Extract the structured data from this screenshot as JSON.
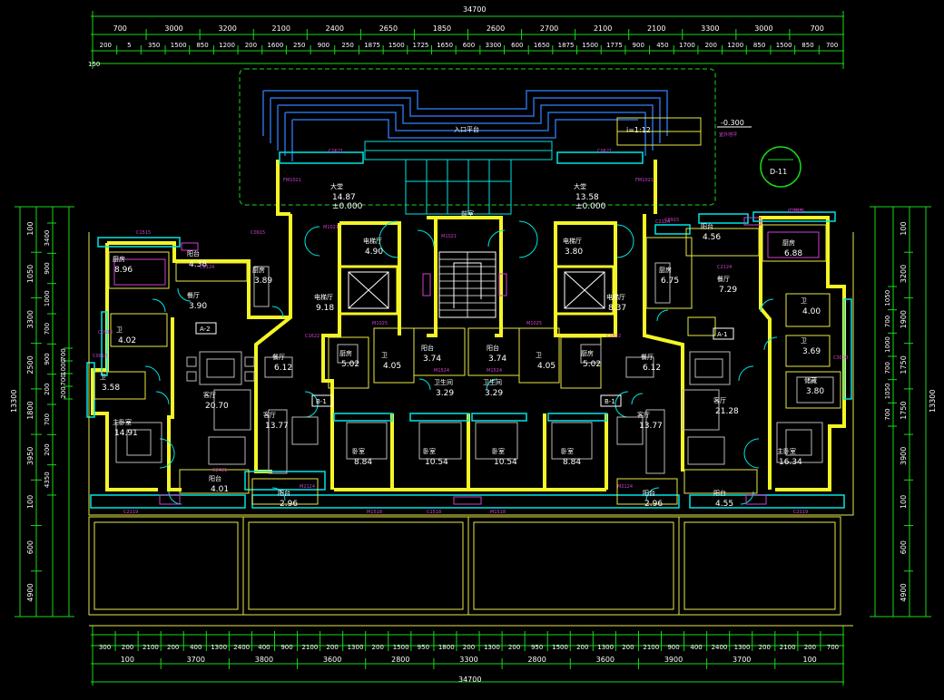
{
  "drawing": {
    "total_width": "34700",
    "total_height": "13300",
    "dims_top_row1": [
      "700",
      "3000",
      "3200",
      "2100",
      "2400",
      "2650",
      "1850",
      "2600",
      "2700",
      "2100",
      "2100",
      "3300",
      "3000",
      "700"
    ],
    "dims_top_row2": [
      "200",
      "5",
      "350",
      "1500",
      "850",
      "1200",
      "200",
      "1600",
      "250",
      "900",
      "250",
      "1875",
      "1500",
      "1725",
      "1650",
      "600",
      "3300",
      "600",
      "1650",
      "1875",
      "1500",
      "1775",
      "900",
      "450",
      "1700",
      "200",
      "1200",
      "850",
      "1500",
      "850",
      "700"
    ],
    "dims_top_side": "150",
    "dims_bottom_row1": [
      "300",
      "200",
      "2100",
      "200",
      "400",
      "1300",
      "2400",
      "400",
      "900",
      "2100",
      "200",
      "1300",
      "200",
      "1500",
      "950",
      "1800",
      "200",
      "1300",
      "200",
      "950",
      "1500",
      "200",
      "1300",
      "200",
      "2100",
      "900",
      "400",
      "2400",
      "1300",
      "200",
      "2100",
      "200",
      "700"
    ],
    "dims_bottom_row2": [
      "100",
      "3700",
      "3800",
      "3600",
      "2800",
      "3300",
      "2800",
      "3600",
      "3900",
      "3700",
      "100"
    ],
    "dims_left_outer": [
      "100",
      "1050",
      "3300",
      "2500",
      "1800",
      "3950",
      "100",
      "600",
      "4900"
    ],
    "dims_left_inner": [
      "3400",
      "900",
      "1000",
      "700",
      "900",
      "200",
      "700",
      "200",
      "4350"
    ],
    "dims_right_outer": [
      "100",
      "3200",
      "1900",
      "1750",
      "1750",
      "3900",
      "100",
      "600",
      "4900"
    ],
    "dims_right_inner": [
      "1050",
      "700",
      "1000",
      "700",
      "1050",
      "700"
    ],
    "dims_middle_left": [
      "700",
      "1000",
      "700",
      "200"
    ]
  },
  "annotations": {
    "entrance": "入口平台",
    "slope": "i=1:12",
    "elevation": "-0.300",
    "elevation_note": "室外地坪",
    "section": "D-11",
    "unit_a2": "A-2",
    "unit_b1_left": "B-1",
    "unit_b1_right": "B-1",
    "unit_a1": "A-1"
  },
  "rooms": [
    {
      "name": "大堂",
      "area": "14.87",
      "level": "±0.000"
    },
    {
      "name": "大堂",
      "area": "13.58",
      "level": "±0.000"
    },
    {
      "name": "前室",
      "area": ""
    },
    {
      "name": "电梯厅",
      "area": "4.90"
    },
    {
      "name": "电梯厅",
      "area": "3.80"
    },
    {
      "name": "电梯厅",
      "area": "9.18"
    },
    {
      "name": "电梯厅",
      "area": "8.37"
    },
    {
      "name": "厨房",
      "area": "8.96"
    },
    {
      "name": "阳台",
      "area": "4.38"
    },
    {
      "name": "厨房",
      "area": "3.89"
    },
    {
      "name": "餐厅",
      "area": "3.90"
    },
    {
      "name": "卫",
      "area": "4.02"
    },
    {
      "name": "卫",
      "area": "3.58"
    },
    {
      "name": "客厅",
      "area": "20.70"
    },
    {
      "name": "主卧室",
      "area": "14.91"
    },
    {
      "name": "阳台",
      "area": "4.01"
    },
    {
      "name": "餐厅",
      "area": "6.12"
    },
    {
      "name": "客厅",
      "area": "13.77"
    },
    {
      "name": "阳台",
      "area": "2.96"
    },
    {
      "name": "厨房",
      "area": "5.02"
    },
    {
      "name": "卫",
      "area": "4.05"
    },
    {
      "name": "阳台",
      "area": "3.74"
    },
    {
      "name": "阳台",
      "area": "3.74"
    },
    {
      "name": "卫",
      "area": "4.05"
    },
    {
      "name": "厨房",
      "area": "5.02"
    },
    {
      "name": "卫生间",
      "area": "3.29"
    },
    {
      "name": "卫生间",
      "area": "3.29"
    },
    {
      "name": "卧室",
      "area": "8.84"
    },
    {
      "name": "卧室",
      "area": "10.54"
    },
    {
      "name": "卧室",
      "area": "10.54"
    },
    {
      "name": "卧室",
      "area": "8.84"
    },
    {
      "name": "餐厅",
      "area": "6.12"
    },
    {
      "name": "客厅",
      "area": "13.77"
    },
    {
      "name": "阳台",
      "area": "2.96"
    },
    {
      "name": "阳台",
      "area": "4.56"
    },
    {
      "name": "厨房",
      "area": "6.88"
    },
    {
      "name": "厨房",
      "area": "6.75"
    },
    {
      "name": "餐厅",
      "area": "7.29"
    },
    {
      "name": "卫",
      "area": "4.00"
    },
    {
      "name": "卫",
      "area": "3.69"
    },
    {
      "name": "储藏",
      "area": "3.80"
    },
    {
      "name": "客厅",
      "area": "21.28"
    },
    {
      "name": "主卧室",
      "area": "16.34"
    },
    {
      "name": "阳台",
      "area": "4.55"
    }
  ],
  "tags": [
    "C0621",
    "C0621",
    "C1515",
    "C2124",
    "C2124",
    "C1515",
    "C2421",
    "C0915",
    "C0915",
    "M1025",
    "M1025",
    "C1622",
    "C1622",
    "M2124",
    "M2124",
    "M1524",
    "M1524",
    "M1518",
    "M1518",
    "C1518",
    "C2119",
    "C2119",
    "C0918",
    "C0918",
    "C3030",
    "C2124",
    "C1515",
    "M1021",
    "M1021",
    "FM1021",
    "FM1021"
  ],
  "colors": {
    "background": "#000000",
    "dimension": "#19d919",
    "wall": "#f5f526",
    "glass": "#00e5e5",
    "outline": "#e8e846",
    "furniture": "#b8b8b8",
    "canopy": "#2b6cd9",
    "tag": "#d040d0"
  }
}
